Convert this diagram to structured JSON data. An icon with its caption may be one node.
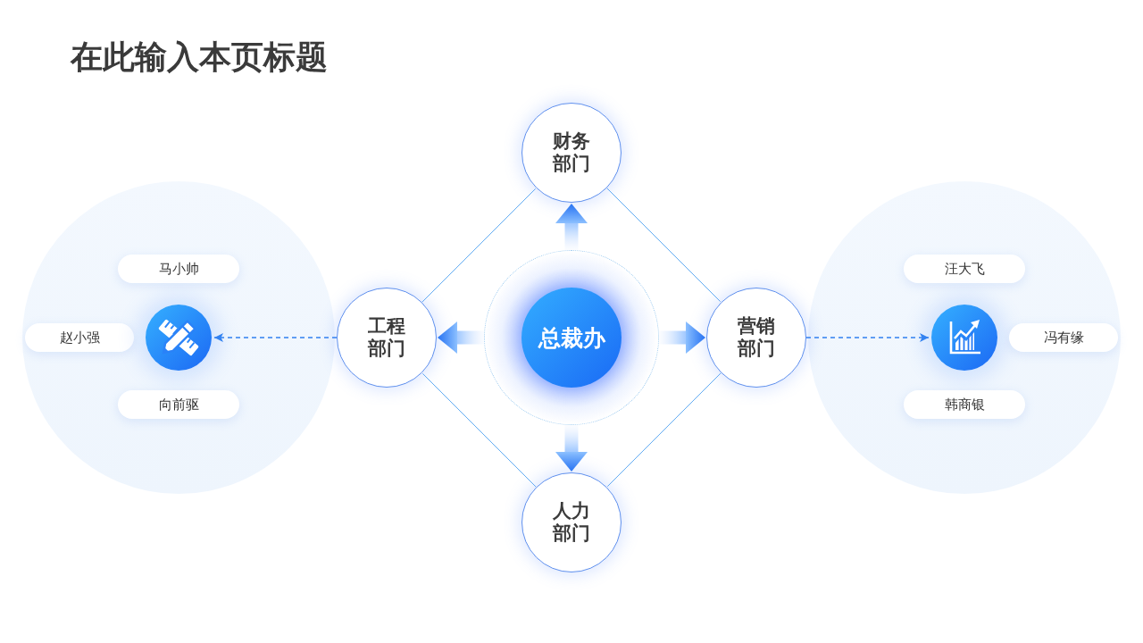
{
  "diagram": {
    "title": "在此输入本页标题",
    "nodes": [
      {
        "text": [
          "总裁办"
        ]
      },
      {
        "text": [
          "财务部门"
        ]
      },
      {
        "text": [
          "工程部门"
        ]
      },
      {
        "text": [
          "营销部门"
        ]
      },
      {
        "text": [
          "人力部门"
        ]
      },
      {
        "text": [],
        "shape": "circle"
      },
      {
        "text": [
          "马小帅"
        ],
        "in": 5
      },
      {
        "text": [
          "赵小强"
        ],
        "in": 5
      },
      {
        "text": [],
        "shape": "picture",
        "in": 5
      },
      {
        "text": [
          "向前驱"
        ],
        "in": 5
      },
      {
        "text": [],
        "shape": "circle"
      },
      {
        "text": [
          "汪大飞"
        ],
        "in": 10
      },
      {
        "text": [],
        "shape": "picture",
        "in": 10
      },
      {
        "text": [
          "冯有缘"
        ],
        "in": 10
      },
      {
        "text": [
          "韩商银"
        ],
        "in": 10
      }
    ],
    "edges": [
      {
        "from": 0,
        "to": 1,
        "arrow": "to",
        "style": "thick"
      },
      {
        "from": 0,
        "to": 2,
        "arrow": "to",
        "style": "thick"
      },
      {
        "from": 0,
        "to": 3,
        "arrow": "to",
        "style": "thick"
      },
      {
        "from": 0,
        "to": 4,
        "arrow": "to",
        "style": "thick"
      },
      {
        "from": 1,
        "to": 3,
        "arrow": "none"
      },
      {
        "from": 3,
        "to": 4,
        "arrow": "none"
      },
      {
        "from": 4,
        "to": 2,
        "arrow": "none"
      },
      {
        "from": 2,
        "to": 1,
        "arrow": "none"
      },
      {
        "from": 2,
        "to": 8,
        "arrow": "to",
        "style": "dashed"
      },
      {
        "from": 3,
        "to": 12,
        "arrow": "to",
        "style": "dashed"
      }
    ]
  }
}
